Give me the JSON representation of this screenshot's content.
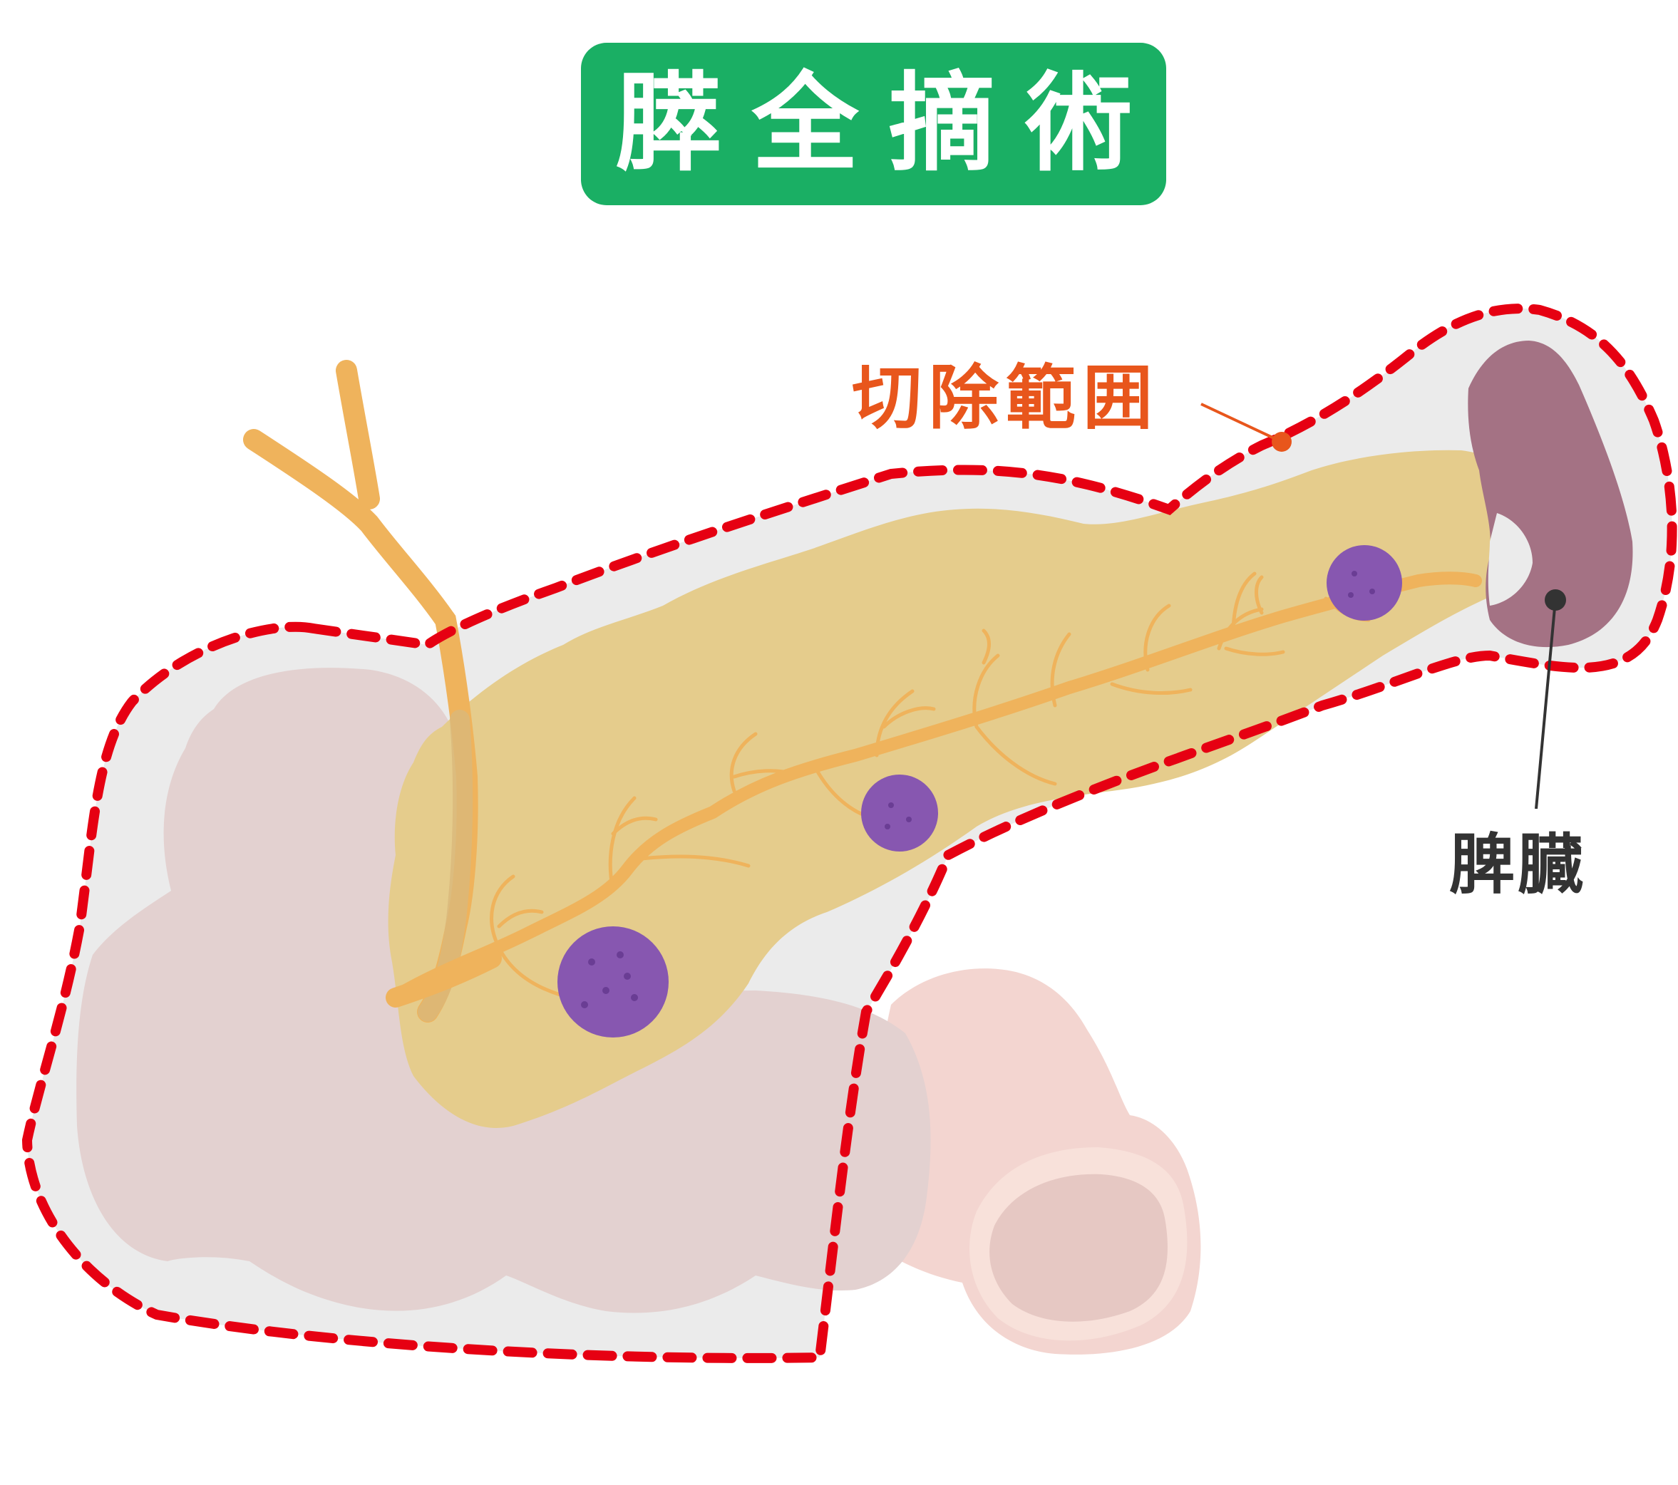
{
  "title": "膵全摘術",
  "labels": {
    "resection_range": "切除範囲",
    "spleen": "脾臓"
  },
  "colors": {
    "title_bg": "#1aaf64",
    "title_text": "#ffffff",
    "resection_label": "#e8561c",
    "spleen_label": "#333333",
    "dashed_outline": "#e60012",
    "resection_area": "#ebebeb",
    "pancreas": "#e5cc8c",
    "duct": "#efb35c",
    "tumor": "#8757b0",
    "spleen": "#a47284",
    "duodenum": "#e3d1d0",
    "intestine": "#f3d5d0"
  }
}
